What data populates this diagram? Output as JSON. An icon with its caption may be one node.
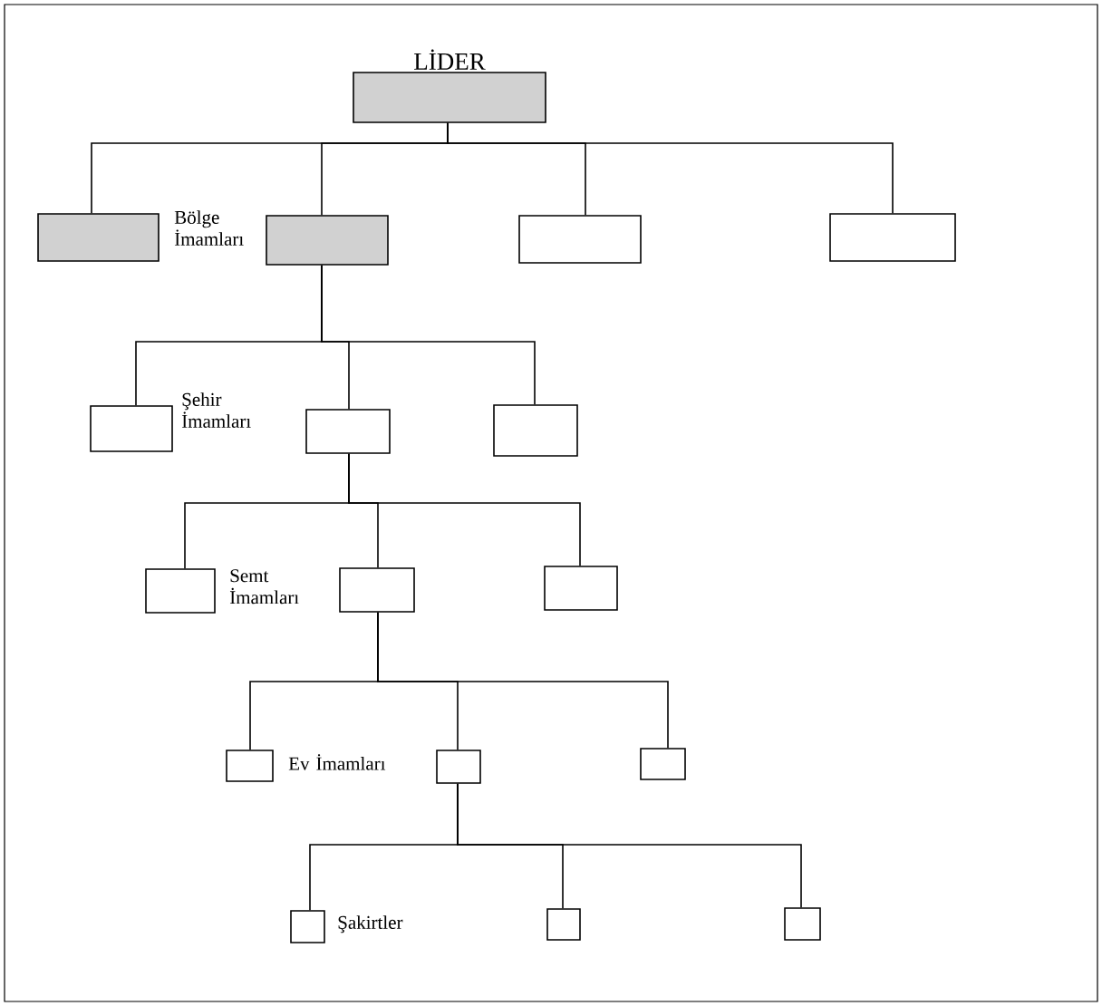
{
  "diagram": {
    "nodes": [
      {
        "text": [
          "LİDER"
        ]
      },
      {
        "text": [],
        "shape": "box"
      },
      {
        "text": [],
        "shape": "box",
        "beside": [
          "Bölge İmamları"
        ]
      },
      {
        "text": [],
        "shape": "box"
      },
      {
        "text": [],
        "shape": "box"
      },
      {
        "text": [],
        "shape": "box"
      },
      {
        "text": [],
        "shape": "box"
      },
      {
        "text": [],
        "shape": "box"
      },
      {
        "text": [],
        "shape": "box"
      },
      {
        "text": [],
        "shape": "box"
      },
      {
        "text": [],
        "shape": "box"
      },
      {
        "text": [],
        "shape": "box"
      },
      {
        "text": [],
        "shape": "box"
      },
      {
        "text": [],
        "shape": "box"
      },
      {
        "text": [],
        "shape": "box",
        "beside": [
          "Şakirtler"
        ]
      },
      {
        "text": [],
        "shape": "box"
      },
      {
        "text": [],
        "shape": "box"
      }
    ],
    "edges": [
      {
        "from": 0,
        "to": 1,
        "arrow": "none"
      },
      {
        "from": 0,
        "to": 2,
        "arrow": "none"
      },
      {
        "from": 0,
        "to": 3,
        "arrow": "none"
      },
      {
        "from": 0,
        "to": 4,
        "arrow": "none"
      },
      {
        "from": 2,
        "to": 5,
        "arrow": "none"
      },
      {
        "from": 2,
        "to": 6,
        "arrow": "none"
      },
      {
        "from": 2,
        "to": 7,
        "arrow": "none"
      },
      {
        "from": 6,
        "to": 8,
        "arrow": "none"
      },
      {
        "from": 6,
        "to": 9,
        "arrow": "none"
      },
      {
        "from": 6,
        "to": 10,
        "arrow": "none"
      },
      {
        "from": 9,
        "to": 11,
        "arrow": "none"
      },
      {
        "from": 9,
        "to": 12,
        "arrow": "none"
      },
      {
        "from": 9,
        "to": 13,
        "arrow": "none"
      },
      {
        "from": 12,
        "to": 14,
        "arrow": "none"
      },
      {
        "from": 12,
        "to": 15,
        "arrow": "none"
      },
      {
        "from": 12,
        "to": 16,
        "arrow": "none"
      }
    ],
    "labels": [
      "Şehir İmamları",
      "Semt İmamları",
      "Ev İmamları"
    ]
  }
}
